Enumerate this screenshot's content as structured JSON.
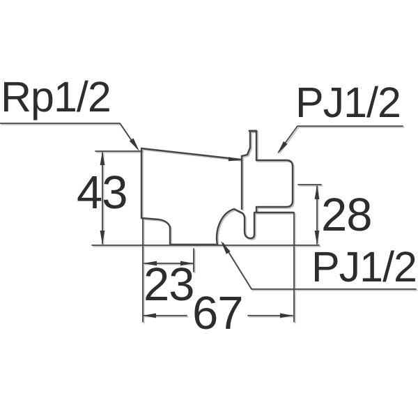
{
  "drawing": {
    "labels": {
      "rp_inlet": "Rp1/2",
      "pj_outlet_top": "PJ1/2",
      "pj_outlet_bottom": "PJ1/2"
    },
    "dimensions": {
      "body_height": "43",
      "outlet_offset": "28",
      "base_width": "23",
      "overall_length": "67"
    },
    "colors": {
      "line": "#454545",
      "line_shadow": "#c3c3c3",
      "text": "#2d2d2d",
      "background": "#ffffff"
    }
  }
}
